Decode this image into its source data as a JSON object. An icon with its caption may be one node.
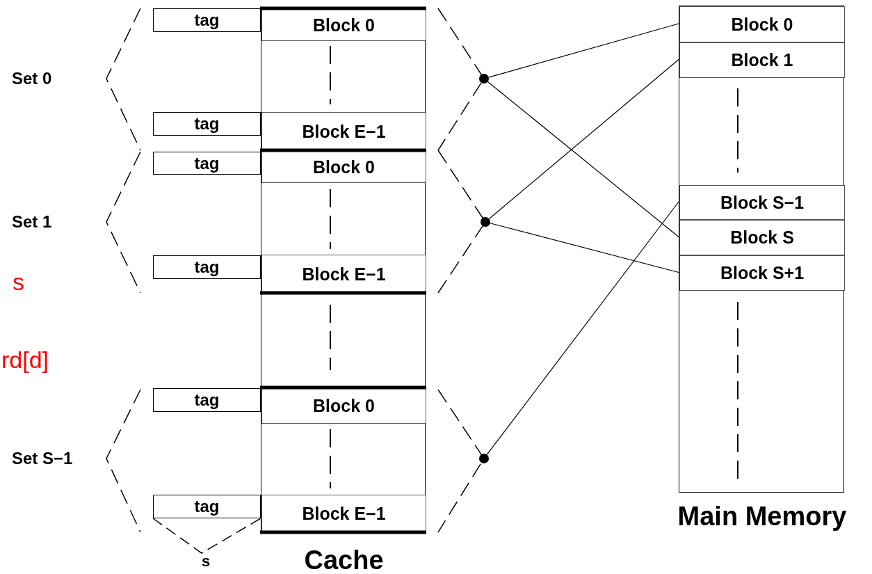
{
  "diagram": {
    "nodes": [
      {
        "text": [
          "Cache"
        ]
      },
      {
        "text": [
          "tag"
        ]
      },
      {
        "text": [
          "Block 0"
        ],
        "in": 0
      },
      {
        "text": [
          "tag"
        ]
      },
      {
        "text": [
          "Block E−1"
        ],
        "in": 0
      },
      {
        "text": [
          "tag"
        ]
      },
      {
        "text": [
          "Block 0"
        ],
        "in": 0
      },
      {
        "text": [
          "tag"
        ]
      },
      {
        "text": [
          "Block E−1"
        ],
        "in": 0
      },
      {
        "text": [
          "tag"
        ]
      },
      {
        "text": [
          "Block 0"
        ],
        "in": 0
      },
      {
        "text": [
          "tag"
        ]
      },
      {
        "text": [
          "Block E−1"
        ],
        "in": 0
      },
      {
        "text": [],
        "shape": "circle"
      },
      {
        "text": [],
        "shape": "circle"
      },
      {
        "text": [],
        "shape": "circle"
      },
      {
        "text": [
          "Main Memory"
        ]
      },
      {
        "text": [
          "Block 0"
        ],
        "in": 16
      },
      {
        "text": [
          "Block 1"
        ],
        "in": 16
      },
      {
        "text": [
          "Block S−1"
        ],
        "in": 16
      },
      {
        "text": [
          "Block S"
        ],
        "in": 16
      },
      {
        "text": [
          "Block S+1"
        ],
        "in": 16
      }
    ],
    "edges": [
      {
        "from": 13,
        "to": 17,
        "arrow": "none"
      },
      {
        "from": 13,
        "to": 20,
        "arrow": "none"
      },
      {
        "from": 14,
        "to": 18,
        "arrow": "none"
      },
      {
        "from": 14,
        "to": 21,
        "arrow": "none"
      },
      {
        "from": 15,
        "to": 19,
        "arrow": "none"
      }
    ],
    "labels": [
      "Set 0",
      "Set 1",
      "s",
      "rd[d]",
      "Set S−1",
      "s"
    ]
  }
}
